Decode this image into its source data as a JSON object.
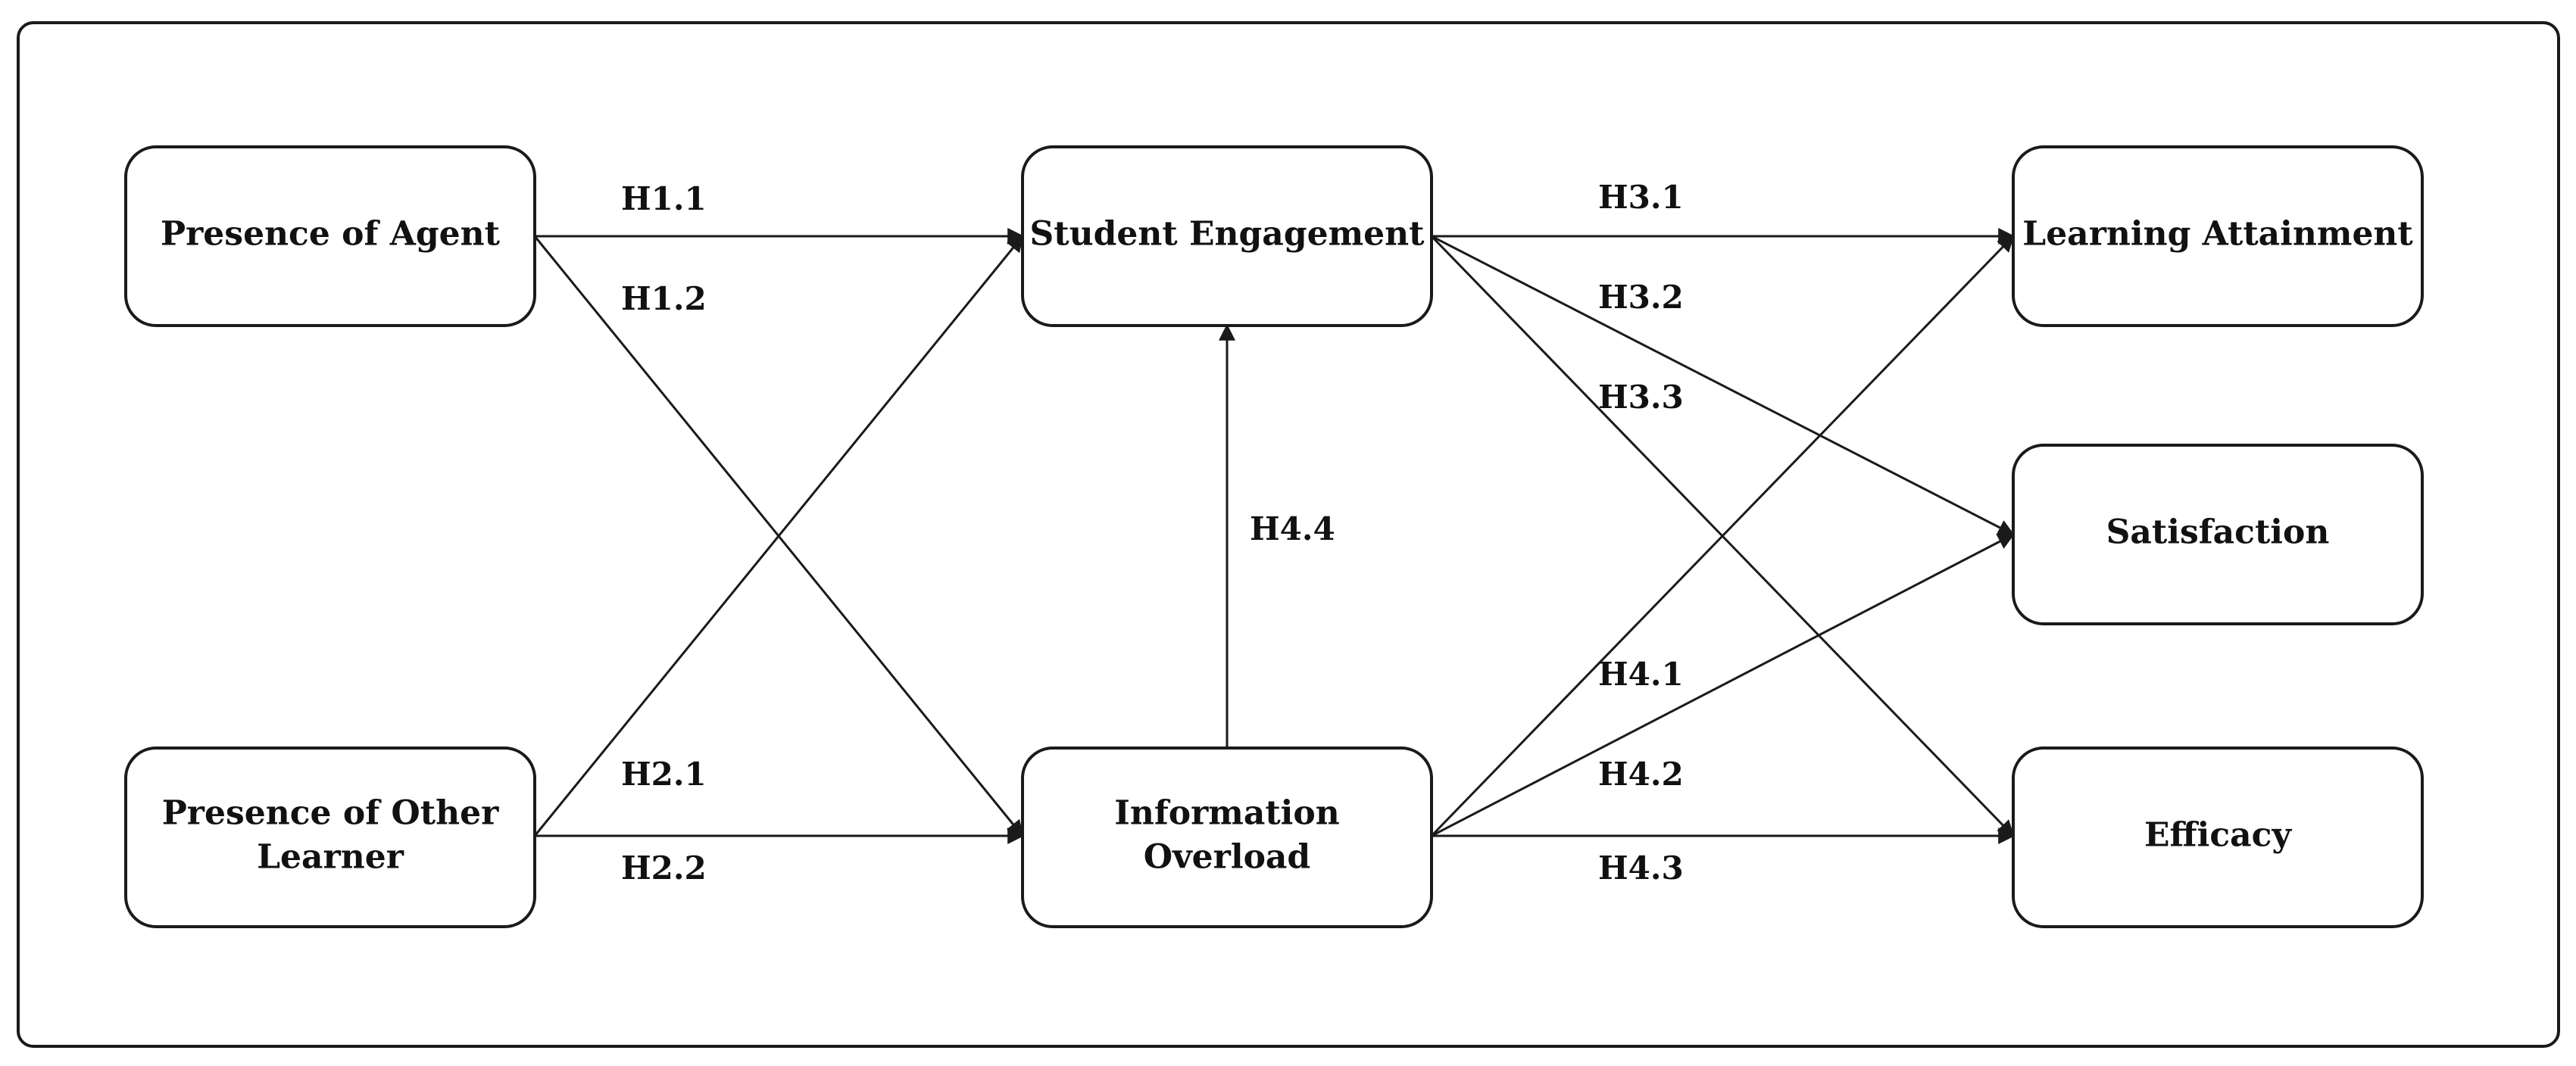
{
  "nodes": {
    "presence_of_agent": {
      "lines": [
        "Presence of Agent"
      ]
    },
    "presence_of_other_learner": {
      "lines": [
        "Presence of Other",
        "Learner"
      ]
    },
    "student_engagement": {
      "lines": [
        "Student Engagement"
      ]
    },
    "information_overload": {
      "lines": [
        "Information",
        "Overload"
      ]
    },
    "learning_attainment": {
      "lines": [
        "Learning Attainment"
      ]
    },
    "satisfaction": {
      "lines": [
        "Satisfaction"
      ]
    },
    "efficacy": {
      "lines": [
        "Efficacy"
      ]
    }
  },
  "edges": [
    {
      "id": "h1-1",
      "label": "H1.1",
      "from": "presence_of_agent",
      "to": "student_engagement"
    },
    {
      "id": "h1-2",
      "label": "H1.2",
      "from": "presence_of_agent",
      "to": "information_overload"
    },
    {
      "id": "h2-1",
      "label": "H2.1",
      "from": "presence_of_other_learner",
      "to": "student_engagement"
    },
    {
      "id": "h2-2",
      "label": "H2.2",
      "from": "presence_of_other_learner",
      "to": "information_overload"
    },
    {
      "id": "h3-1",
      "label": "H3.1",
      "from": "student_engagement",
      "to": "learning_attainment"
    },
    {
      "id": "h3-2",
      "label": "H3.2",
      "from": "student_engagement",
      "to": "satisfaction"
    },
    {
      "id": "h3-3",
      "label": "H3.3",
      "from": "student_engagement",
      "to": "efficacy"
    },
    {
      "id": "h4-1",
      "label": "H4.1",
      "from": "information_overload",
      "to": "learning_attainment"
    },
    {
      "id": "h4-2",
      "label": "H4.2",
      "from": "information_overload",
      "to": "satisfaction"
    },
    {
      "id": "h4-3",
      "label": "H4.3",
      "from": "information_overload",
      "to": "efficacy"
    },
    {
      "id": "h4-4",
      "label": "H4.4",
      "from": "information_overload",
      "to": "student_engagement"
    }
  ]
}
